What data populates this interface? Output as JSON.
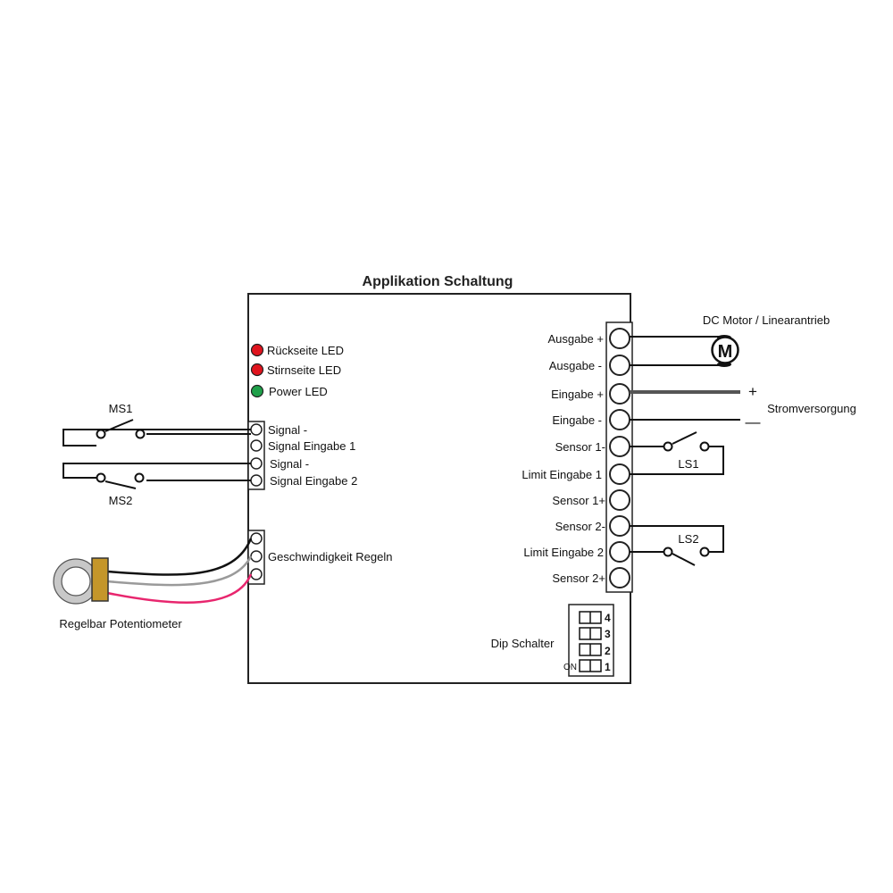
{
  "title": "Applikation Schaltung",
  "leds": [
    {
      "label": "Rückseite LED",
      "color": "#e0141e"
    },
    {
      "label": "Stirnseite LED",
      "color": "#e0141e"
    },
    {
      "label": "Power LED",
      "color": "#1fa04a"
    }
  ],
  "left_terminals": [
    "Signal -",
    "Signal Eingabe 1",
    "Signal -",
    "Signal Eingabe 2"
  ],
  "switches": {
    "ms1": "MS1",
    "ms2": "MS2",
    "ls1": "LS1",
    "ls2": "LS2"
  },
  "speed_label": "Geschwindigkeit Regeln",
  "potentiometer_label": "Regelbar Potentiometer",
  "wire_colors": {
    "black": "#111111",
    "gray": "#9a9a9a",
    "pink": "#e8266e",
    "power": "#555555"
  },
  "right_terminals": [
    "Ausgabe +",
    "Ausgabe -",
    "Eingabe +",
    "Eingabe -",
    "Sensor 1-",
    "Limit Eingabe 1",
    "Sensor 1+",
    "Sensor 2-",
    "Limit Eingabe 2",
    "Sensor 2+"
  ],
  "motor": {
    "label": "DC Motor / Linearantrieb",
    "symbol": "M"
  },
  "power_supply": {
    "label": "Stromversorgung",
    "plus": "+",
    "minus": "—"
  },
  "dip": {
    "label": "Dip Schalter",
    "on_label": "ON",
    "numbers": [
      "4",
      "3",
      "2",
      "1"
    ]
  }
}
